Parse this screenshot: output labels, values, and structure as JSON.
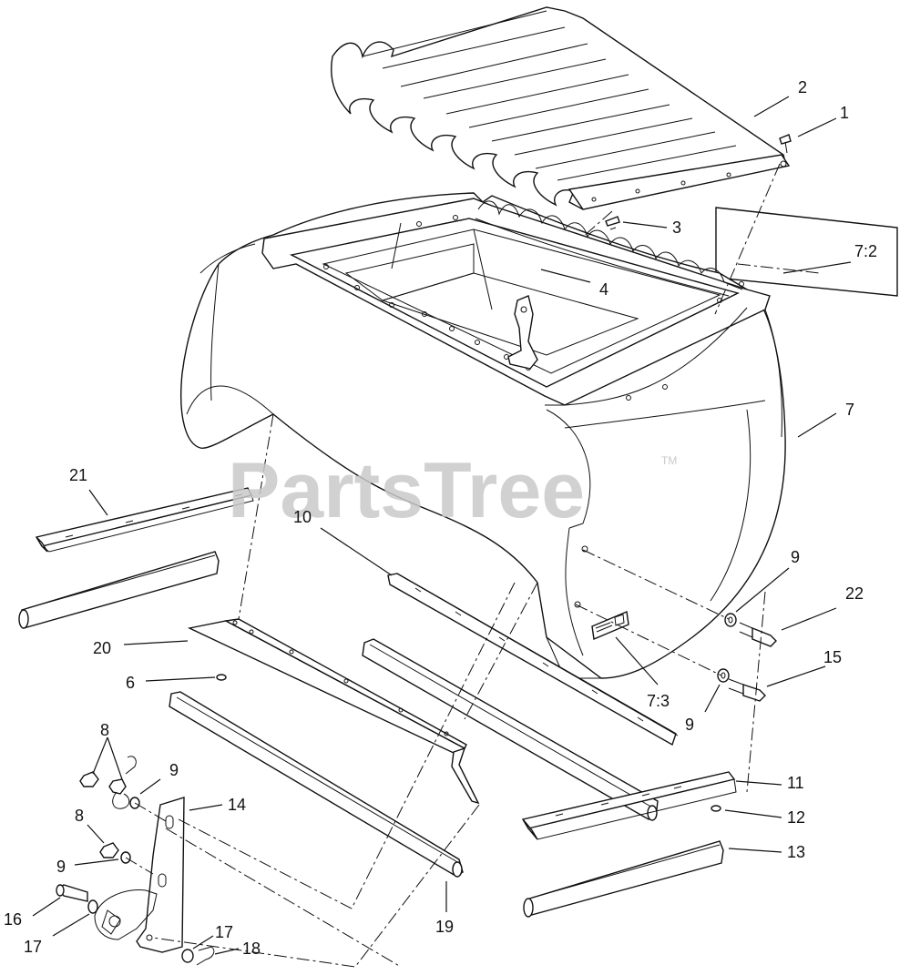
{
  "watermark": {
    "text": "PartsTree",
    "mark": "TM"
  },
  "callouts": {
    "c1": "1",
    "c2": "2",
    "c3": "3",
    "c4": "4",
    "c7_2": "7:2",
    "c7": "7",
    "c21": "21",
    "c10": "10",
    "c9a": "9",
    "c22": "22",
    "c15": "15",
    "c20": "20",
    "c6": "6",
    "c7_3": "7:3",
    "c9b": "9",
    "c8a": "8",
    "c9c": "9",
    "c14": "14",
    "c8b": "8",
    "c9d": "9",
    "c11": "11",
    "c12": "12",
    "c13": "13",
    "c16": "16",
    "c17a": "17",
    "c17b": "17",
    "c18": "18",
    "c19": "19"
  },
  "colors": {
    "line": "#111111",
    "watermark": "#c9c9c9",
    "background": "#ffffff"
  }
}
